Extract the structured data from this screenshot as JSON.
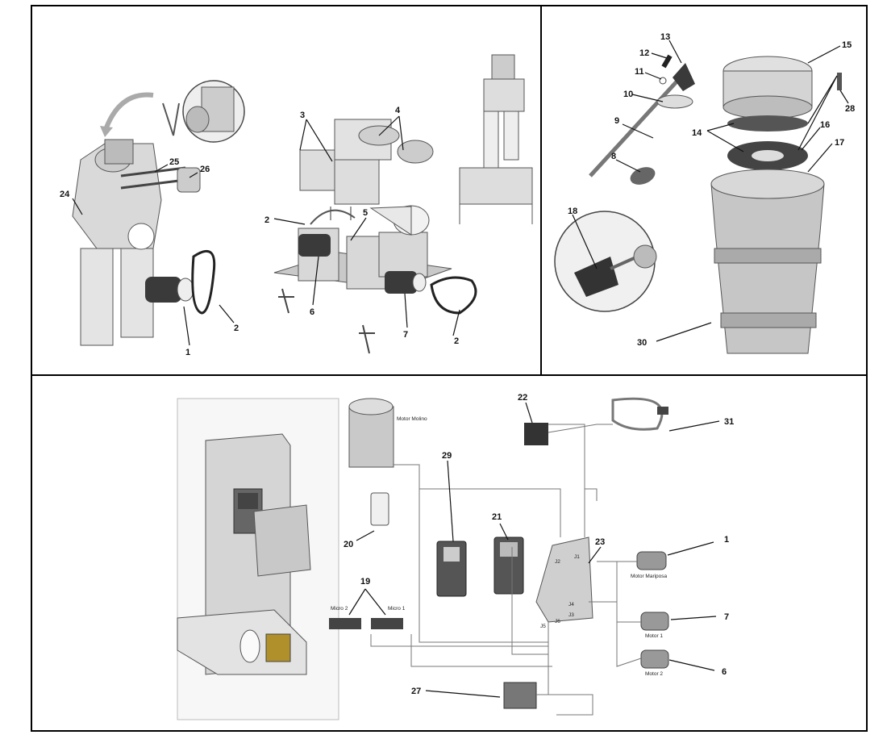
{
  "panels": {
    "top_left": {
      "callouts": [
        "1",
        "2",
        "2",
        "2",
        "3",
        "4",
        "5",
        "6",
        "7",
        "24",
        "25",
        "26"
      ]
    },
    "top_right": {
      "callouts": [
        "8",
        "9",
        "10",
        "11",
        "12",
        "13",
        "14",
        "15",
        "16",
        "17",
        "18",
        "28",
        "30"
      ]
    },
    "bottom": {
      "callouts": [
        "1",
        "6",
        "7",
        "19",
        "20",
        "21",
        "22",
        "23",
        "27",
        "29",
        "31"
      ],
      "labels": {
        "motor_molino": "Motor Molino",
        "motor_mariposa": "Motor Mariposa",
        "motor_1": "Motor 1",
        "motor_2": "Motor 2",
        "micro_2": "Micro 2",
        "micro_1": "Micro 1",
        "j1": "J1",
        "j2": "J2",
        "j3": "J3",
        "j4": "J4",
        "j5": "J5",
        "j6": "J6"
      }
    }
  },
  "colors": {
    "frame": "#000000",
    "part_light": "#d9d9d9",
    "part_mid": "#b5b5b5",
    "part_dark": "#3a3a3a",
    "wire": "#777777"
  }
}
